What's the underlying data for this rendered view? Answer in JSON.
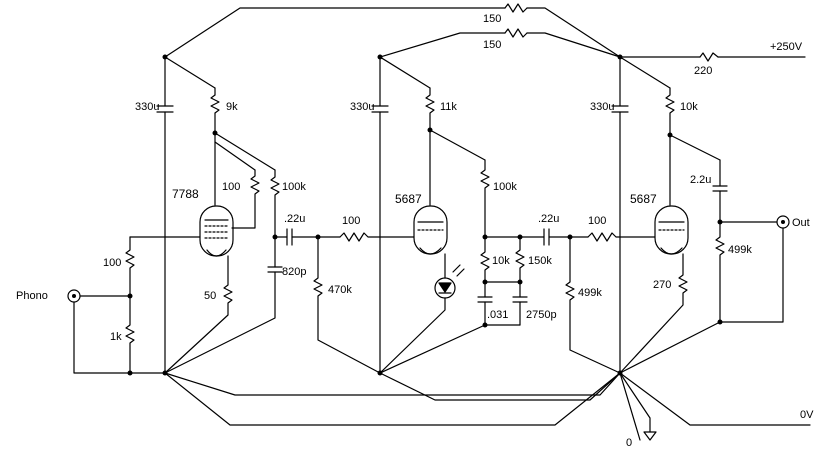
{
  "schematic": {
    "labels": {
      "r150_top": "150",
      "r150_second": "150",
      "supply": "+250V",
      "r220": "220",
      "c330_1": "330u",
      "r9k": "9k",
      "c330_2": "330u",
      "r11k": "11k",
      "c330_3": "330u",
      "r10k_top": "10k",
      "tube1": "7788",
      "r100_fb": "100",
      "r100k_1": "100k",
      "r100k_2": "100k",
      "tube2": "5687",
      "tube3": "5687",
      "c22u_out": "2.2u",
      "c22_1": ".22u",
      "r100_2": "100",
      "c22_2": ".22u",
      "r100_3": "100",
      "out": "Out",
      "r499k_out": "499k",
      "r100_in": "100",
      "phono": "Phono",
      "r1k": "1k",
      "r50": "50",
      "c820p": "820p",
      "r470k": "470k",
      "r10k_mid": "10k",
      "r150k": "150k",
      "r499k_mid": "499k",
      "r270": "270",
      "c031": ".031",
      "c2750p": "2750p",
      "ground_0v": "0V",
      "ground_0": "0"
    }
  }
}
